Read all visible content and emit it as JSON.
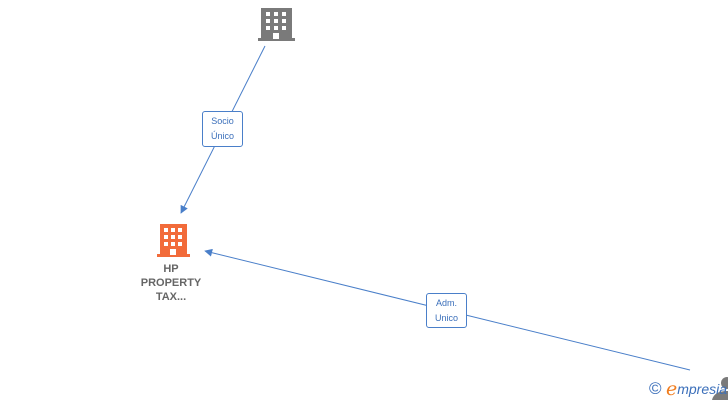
{
  "nodes": {
    "parent_company": {
      "icon": "building-icon",
      "color": "#7a7a7a",
      "label": ""
    },
    "main_company": {
      "icon": "building-icon",
      "color": "#f26b3a",
      "label_lines": [
        "HP",
        "PROPERTY",
        "TAX..."
      ]
    },
    "person": {
      "icon": "person-icon",
      "color": "#7a7a7a"
    }
  },
  "edges": [
    {
      "from": "parent_company",
      "to": "main_company",
      "label_lines": [
        "Socio",
        "Único"
      ],
      "color": "#4a7fc9"
    },
    {
      "from": "person",
      "to": "main_company",
      "label_lines": [
        "Adm.",
        "Unico"
      ],
      "color": "#4a7fc9"
    }
  ],
  "watermark": {
    "symbol": "©",
    "brand_initial": "e",
    "brand_rest": "mpresia"
  }
}
